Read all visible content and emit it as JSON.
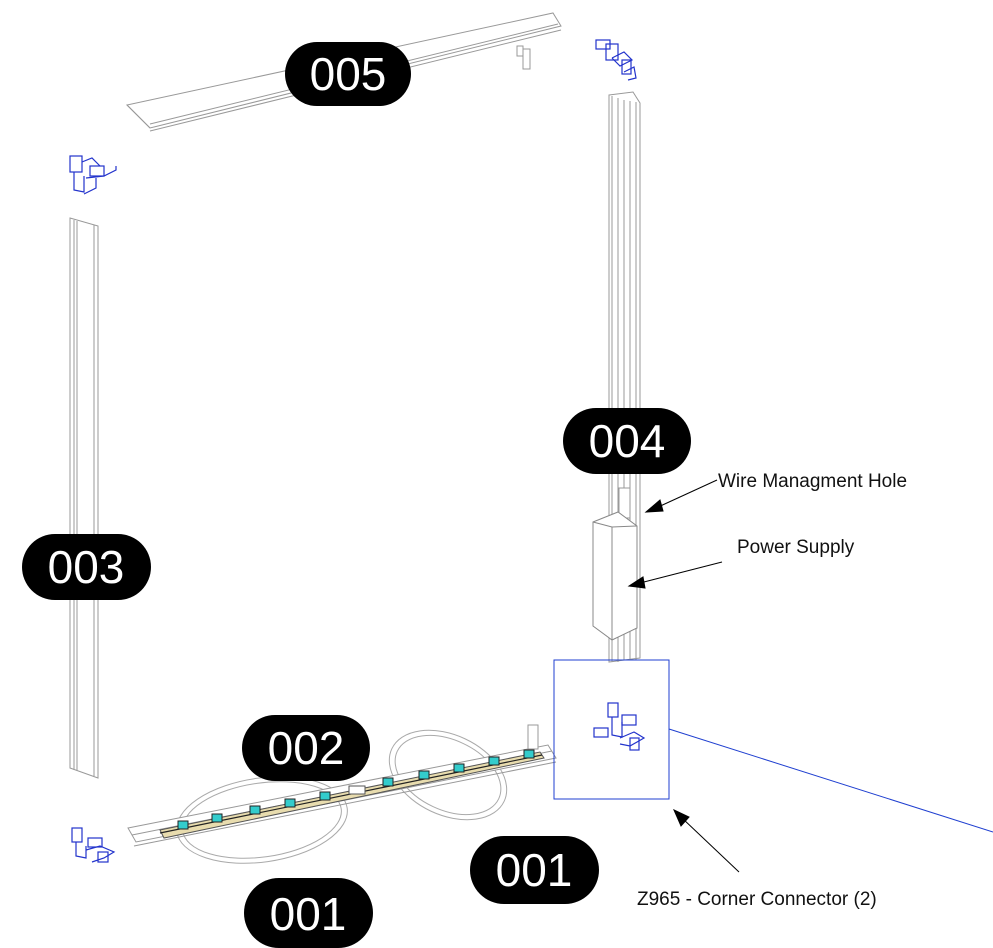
{
  "badges": {
    "b005": "005",
    "b004": "004",
    "b003": "003",
    "b002": "002",
    "b001a": "001",
    "b001b": "001"
  },
  "callouts": {
    "wire_hole": "Wire Managment Hole",
    "power_supply": "Power Supply",
    "corner_connector": "Z965 - Corner Connector (2)"
  },
  "colors": {
    "badge_bg": "#000000",
    "badge_text": "#ffffff",
    "line": "#999999",
    "connector": "#2233cc",
    "led": "#33cccc",
    "strip": "#e8dcae",
    "detail_box": "#1f3fd0"
  }
}
